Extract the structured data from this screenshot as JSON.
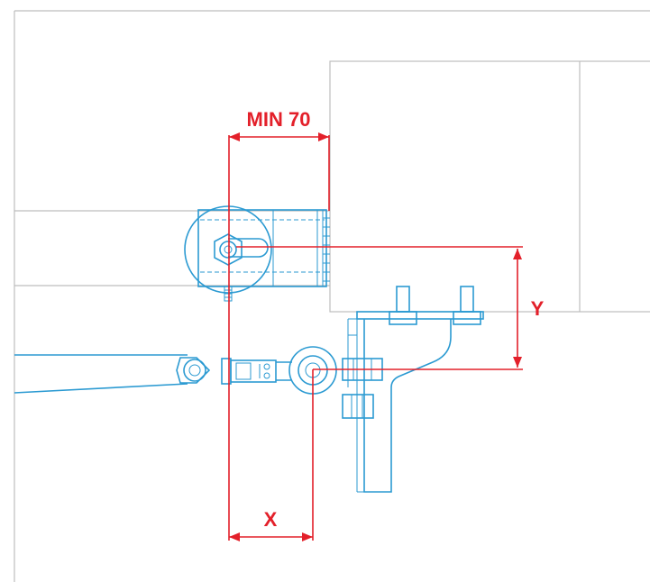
{
  "dimensions": {
    "min_label": "MIN 70",
    "x_label": "X",
    "y_label": "Y"
  },
  "colors": {
    "dimension": "#e3202a",
    "mechanism": "#2b9ad2",
    "structure": "#bdbdbd"
  }
}
